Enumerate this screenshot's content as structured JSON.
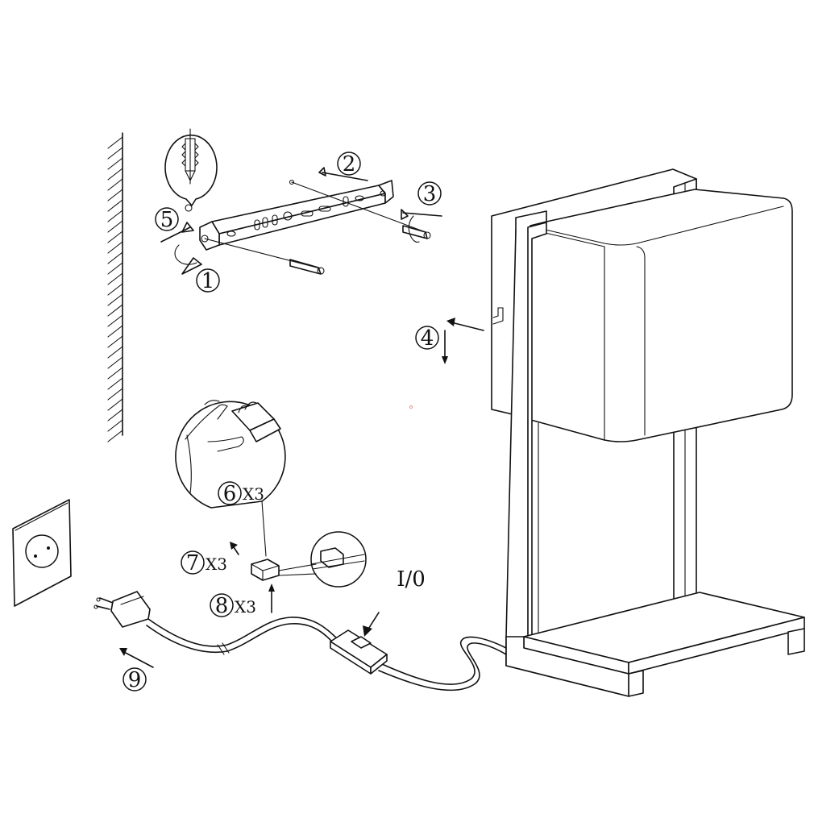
{
  "steps": {
    "s1": "1",
    "s2": "2",
    "s3": "3",
    "s4": "4",
    "s5": "5",
    "s6": "6",
    "s7": "7",
    "s8": "8",
    "s9": "9"
  },
  "multipliers": {
    "x6": "X3",
    "x7": "X3",
    "x8": "X3"
  },
  "switch_label": "I/0",
  "icons": [
    "wall-hatch-icon",
    "wall-plug-anchor-icon",
    "mounting-bracket-icon",
    "screw-icon",
    "wall-socket-icon",
    "power-plug-icon",
    "inline-switch-icon",
    "cable-clip-icon",
    "hand-icon",
    "lamp-icon"
  ]
}
